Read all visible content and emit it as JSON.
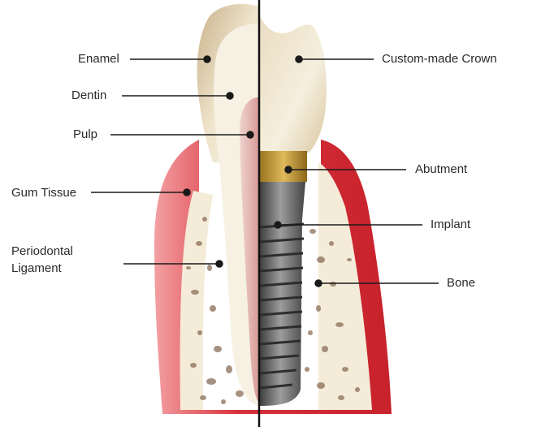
{
  "diagram": {
    "left_labels": {
      "enamel": "Enamel",
      "dentin": "Dentin",
      "pulp": "Pulp",
      "gum_tissue": "Gum Tissue",
      "periodontal_line1": "Periodontal",
      "periodontal_line2": "Ligament"
    },
    "right_labels": {
      "crown": "Custom-made Crown",
      "abutment": "Abutment",
      "implant": "Implant",
      "bone": "Bone"
    },
    "colors": {
      "gum": "#d9343c",
      "bone": "#f4ecd8",
      "enamel": "#d9c7a3",
      "dentin": "#f6f1e3",
      "pulp": "#e7b9b6",
      "abutment": "#c9a04a",
      "implant": "#6c6c6c",
      "leader": "#1a1a1a"
    }
  }
}
